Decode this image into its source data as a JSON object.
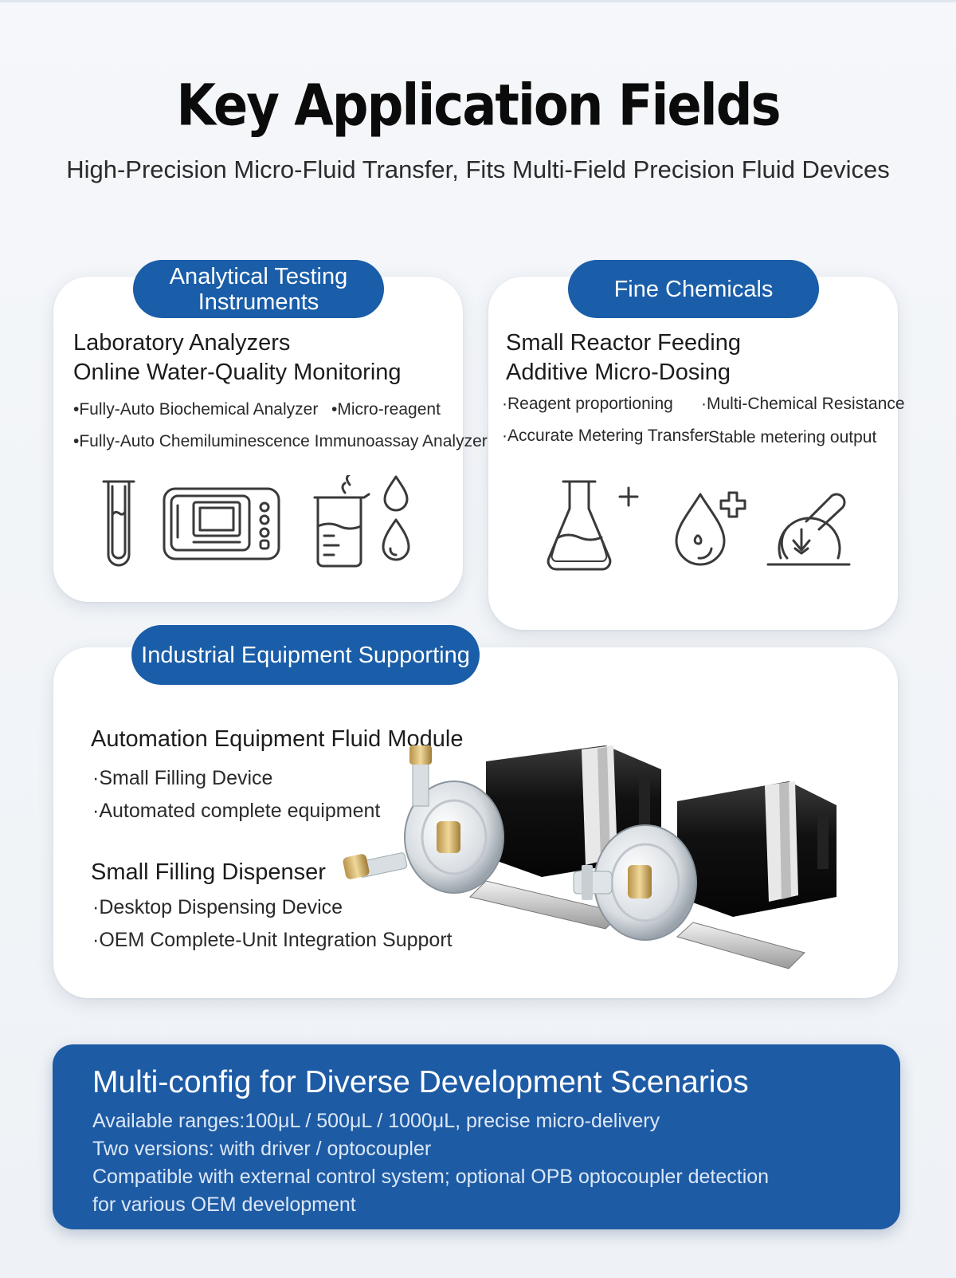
{
  "header": {
    "title": "Key Application Fields",
    "subtitle": "High-Precision Micro-Fluid Transfer, Fits Multi-Field Precision Fluid Devices"
  },
  "cards": {
    "analytical": {
      "pill_line1": "Analytical Testing",
      "pill_line2": "Instruments",
      "heading1": "Laboratory Analyzers",
      "heading2": "Online Water-Quality Monitoring",
      "bullets": [
        "Fully-Auto Biochemical Analyzer",
        "Micro-reagent",
        "Fully-Auto Chemiluminescence Immunoassay Analyzer"
      ],
      "icons": [
        "test-tube-icon",
        "analyzer-device-icon",
        "beaker-droplets-icon"
      ]
    },
    "fine_chemicals": {
      "pill": "Fine Chemicals",
      "heading1": "Small Reactor Feeding",
      "heading2": "Additive Micro-Dosing",
      "bullets": [
        "·Reagent proportioning",
        "·Multi-Chemical Resistance",
        "·Accurate Metering Transfer",
        "Stable metering output"
      ],
      "icons": [
        "flask-plus-icon",
        "drop-plus-icon",
        "dosing-dial-icon"
      ]
    },
    "industrial": {
      "pill": "Industrial Equipment Supporting",
      "heading1": "Automation Equipment Fluid Module",
      "bullets1": [
        "Small Filling Device",
        "Automated complete equipment"
      ],
      "heading2": "Small Filling Dispenser",
      "bullets2": [
        "Desktop Dispensing Device",
        "OEM Complete-Unit Integration Support"
      ],
      "image": "twin-micro-pump-product"
    }
  },
  "bottom": {
    "title": "Multi-config for Diverse Development Scenarios",
    "lines": [
      "Available ranges:100μL / 500μL / 1000μL, precise micro-delivery",
      "Two versions: with driver / optocoupler",
      "Compatible with external control system; optional OPB optocoupler detection",
      "for various OEM development"
    ]
  },
  "colors": {
    "accent": "#1a5da8",
    "panel": "#1e5ba5",
    "card": "#ffffff",
    "text": "#1c1c1c"
  }
}
